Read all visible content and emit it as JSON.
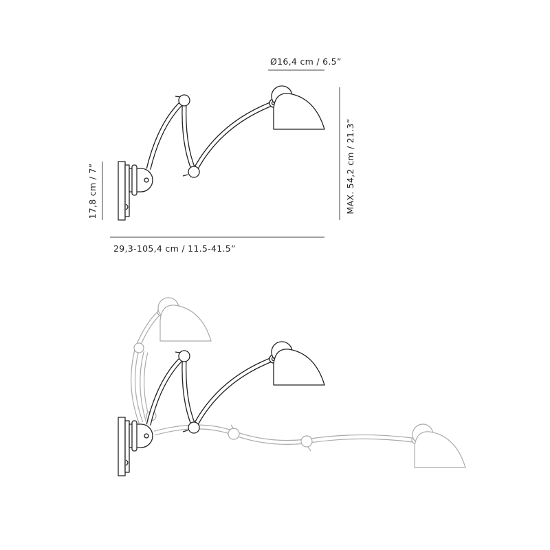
{
  "dimensions": {
    "shade_diameter": "Ø16,4 cm / 6.5”",
    "backplate_height": "17,8 cm / 7”",
    "reach": "29,3-105,4 cm / 11.5-41.5”",
    "max_height": "MAX. 54,2 cm / 21.3”"
  },
  "colors": {
    "line": "#222222",
    "ghost_line": "#aaaaaa",
    "background": "#ffffff"
  }
}
